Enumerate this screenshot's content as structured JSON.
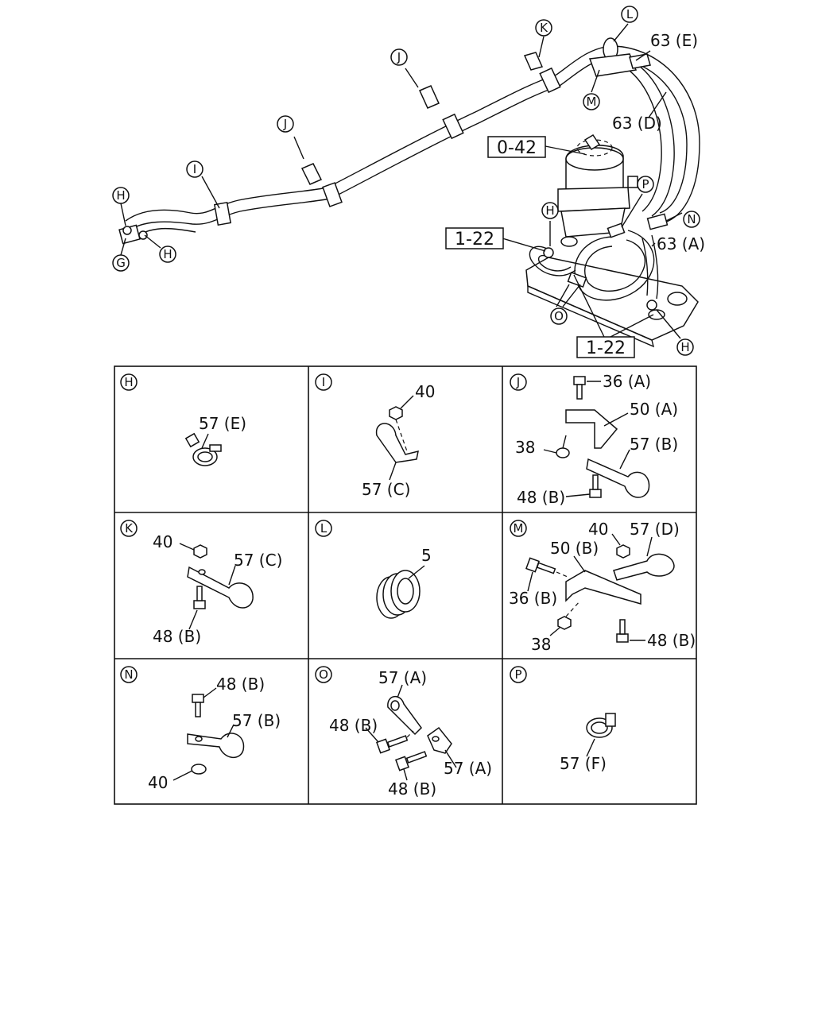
{
  "overview": {
    "callouts": [
      {
        "letter": "H"
      },
      {
        "letter": "G"
      },
      {
        "letter": "H"
      },
      {
        "letter": "I"
      },
      {
        "letter": "J"
      },
      {
        "letter": "J"
      },
      {
        "letter": "K"
      },
      {
        "letter": "L"
      },
      {
        "letter": "M"
      },
      {
        "letter": "P"
      },
      {
        "letter": "H"
      },
      {
        "letter": "N"
      },
      {
        "letter": "O"
      },
      {
        "letter": "H"
      }
    ],
    "labels": [
      "63 (E)",
      "63 (D)",
      "63 (A)"
    ],
    "refs": [
      "0-42",
      "1-22",
      "1-22"
    ]
  },
  "details": [
    {
      "letter": "H",
      "labels": [
        "57 (E)"
      ]
    },
    {
      "letter": "I",
      "labels": [
        "40",
        "57 (C)"
      ]
    },
    {
      "letter": "J",
      "labels": [
        "36 (A)",
        "50 (A)",
        "38",
        "57 (B)",
        "48 (B)"
      ]
    },
    {
      "letter": "K",
      "labels": [
        "40",
        "57 (C)",
        "48 (B)"
      ]
    },
    {
      "letter": "L",
      "labels": [
        "5"
      ]
    },
    {
      "letter": "M",
      "labels": [
        "40",
        "57 (D)",
        "50 (B)",
        "36 (B)",
        "38",
        "48 (B)"
      ]
    },
    {
      "letter": "N",
      "labels": [
        "48 (B)",
        "57 (B)",
        "40"
      ]
    },
    {
      "letter": "O",
      "labels": [
        "57 (A)",
        "48 (B)",
        "57 (A)",
        "48 (B)"
      ]
    },
    {
      "letter": "P",
      "labels": [
        "57 (F)"
      ]
    }
  ]
}
